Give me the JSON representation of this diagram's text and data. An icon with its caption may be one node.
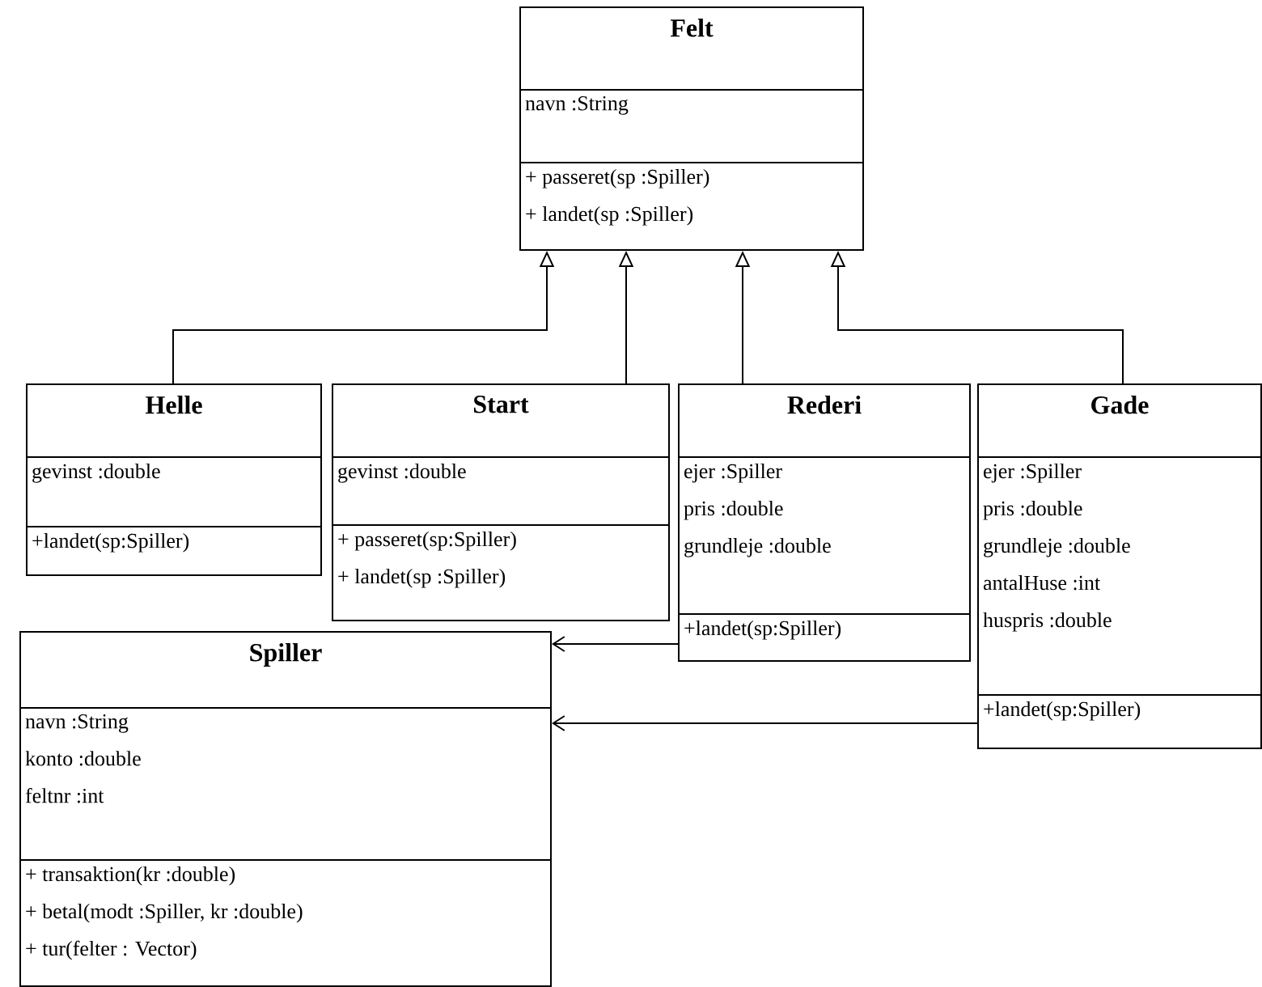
{
  "diagram": {
    "nodes": [
      {
        "text": [
          "Felt"
        ]
      },
      {
        "text": [
          "navn :String"
        ],
        "in": 0
      },
      {
        "text": [
          "+ passeret(sp :Spiller)",
          "+ landet(sp :Spiller)"
        ],
        "in": 0
      },
      {
        "text": [
          "Helle"
        ]
      },
      {
        "text": [
          "gevinst :double"
        ],
        "in": 3
      },
      {
        "text": [
          "+landet(sp:Spiller)"
        ],
        "in": 3
      },
      {
        "text": [
          "Start"
        ]
      },
      {
        "text": [
          "gevinst :double"
        ],
        "in": 6
      },
      {
        "text": [
          "+ passeret(sp:Spiller)",
          "+ landet(sp :Spiller)"
        ],
        "in": 6
      },
      {
        "text": [
          "Rederi"
        ]
      },
      {
        "text": [
          "ejer :Spiller",
          "pris :double",
          "grundleje :double"
        ],
        "in": 9
      },
      {
        "text": [
          "+landet(sp:Spiller)"
        ],
        "in": 9
      },
      {
        "text": [
          "Gade"
        ]
      },
      {
        "text": [
          "ejer :Spiller",
          "pris :double",
          "grundleje :double",
          "antalHuse :int",
          "huspris :double"
        ],
        "in": 12
      },
      {
        "text": [
          "+landet(sp:Spiller)"
        ],
        "in": 12
      },
      {
        "text": [
          "Spiller"
        ]
      },
      {
        "text": [
          "navn :String",
          "konto :double",
          "feltnr :int"
        ],
        "in": 15
      },
      {
        "text": [
          "+ transaktion(kr :double)",
          "+ betal(modt :Spiller, kr :double)",
          "+ tur(felter : Vector)"
        ],
        "in": 15
      }
    ],
    "edges": [
      {
        "from": 3,
        "to": 0,
        "arrow": "to"
      },
      {
        "from": 6,
        "to": 0,
        "arrow": "to"
      },
      {
        "from": 9,
        "to": 0,
        "arrow": "to"
      },
      {
        "from": 12,
        "to": 0,
        "arrow": "to"
      },
      {
        "from": 9,
        "to": 15,
        "arrow": "to"
      },
      {
        "from": 12,
        "to": 15,
        "arrow": "to"
      }
    ]
  }
}
